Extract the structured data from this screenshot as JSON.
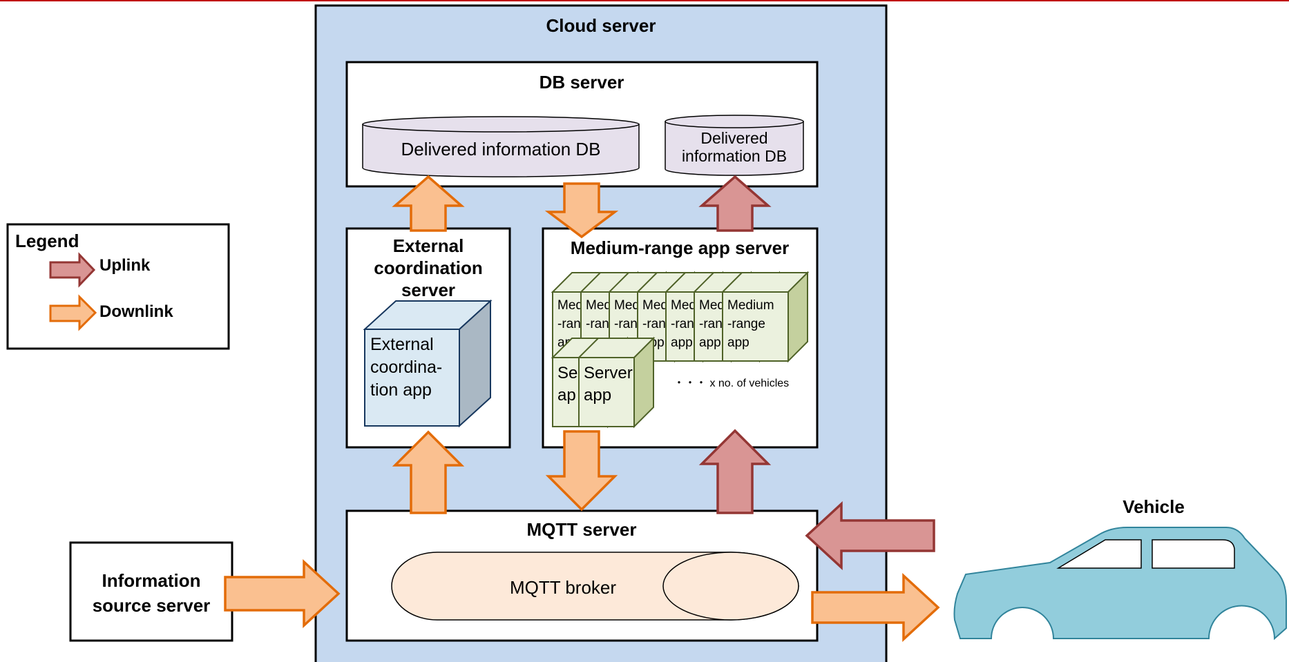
{
  "cloud": {
    "title": "Cloud server"
  },
  "db": {
    "title": "DB server",
    "db_left": "Delivered information DB",
    "db_right": [
      "Delivered",
      "information DB"
    ]
  },
  "ext": {
    "title": [
      "External",
      "coordination",
      "server"
    ],
    "app": [
      "External",
      "coordina-",
      "tion app"
    ]
  },
  "med": {
    "title": "Medium-range app server",
    "app_stub": [
      "Med",
      "-ran",
      "app"
    ],
    "app_front": [
      "Medium",
      "-range",
      "app"
    ],
    "server_stub": [
      "Se",
      "ap"
    ],
    "server_front": [
      "Server",
      "app"
    ],
    "count_note": "・・・ x no. of vehicles"
  },
  "mqtt": {
    "title": "MQTT server",
    "broker": "MQTT broker"
  },
  "source": {
    "label": [
      "Information",
      "source server"
    ]
  },
  "vehicle": {
    "label": "Vehicle"
  },
  "legend": {
    "title": "Legend",
    "uplink": "Uplink",
    "downlink": "Downlink"
  },
  "colors": {
    "header_line": "#c00000",
    "cloud_fill": "#c5d8ef",
    "db_fill": "#e6e0ec",
    "ext_cube": "#dae9f3",
    "app_cube": "#ebf1de",
    "app_cube_border": "#4f6228",
    "broker_fill": "#fde9d9",
    "car_fill": "#92cddc",
    "uplink_fill": "#d99594",
    "uplink_border": "#943634",
    "downlink_fill": "#fac090",
    "downlink_border": "#e36c09"
  }
}
